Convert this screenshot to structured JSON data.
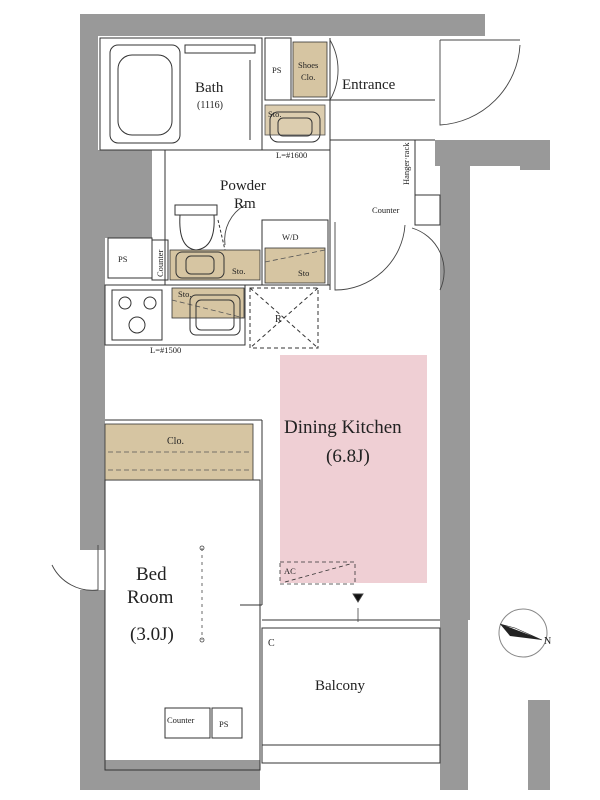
{
  "rooms": {
    "bath": {
      "name": "Bath",
      "size": "(1116)"
    },
    "shoes": {
      "line1": "Shoes",
      "line2": "Clo."
    },
    "entrance": "Entrance",
    "powder": {
      "line1": "Powder",
      "line2": "Rm"
    },
    "dining": {
      "name": "Dining Kitchen",
      "size": "(6.8J)"
    },
    "bed": {
      "line1": "Bed",
      "line2": "Room",
      "size": "(3.0J)"
    },
    "balcony": "Balcony"
  },
  "labels": {
    "ps_top": "PS",
    "ps_left": "PS",
    "ps_bottom": "PS",
    "sto_top": "Sto.",
    "sto_powder": "Sto.",
    "sto_wd": "Sto",
    "sto_kitchen": "Sto.",
    "wd": "W/D",
    "l1600": "L=#1600",
    "l1500": "L=#1500",
    "hanger": "Hanger·rack",
    "counter_right": "Counter",
    "counter_left": "Counter",
    "counter_bottom": "Counter",
    "closet": "Clo.",
    "r": "R",
    "ac": "AC",
    "c_balcony": "C",
    "north": "N"
  },
  "colors": {
    "wall": "#999999",
    "storage": "#d6c5a2",
    "dining_highlight": "#efcfd4",
    "line": "#333333"
  }
}
